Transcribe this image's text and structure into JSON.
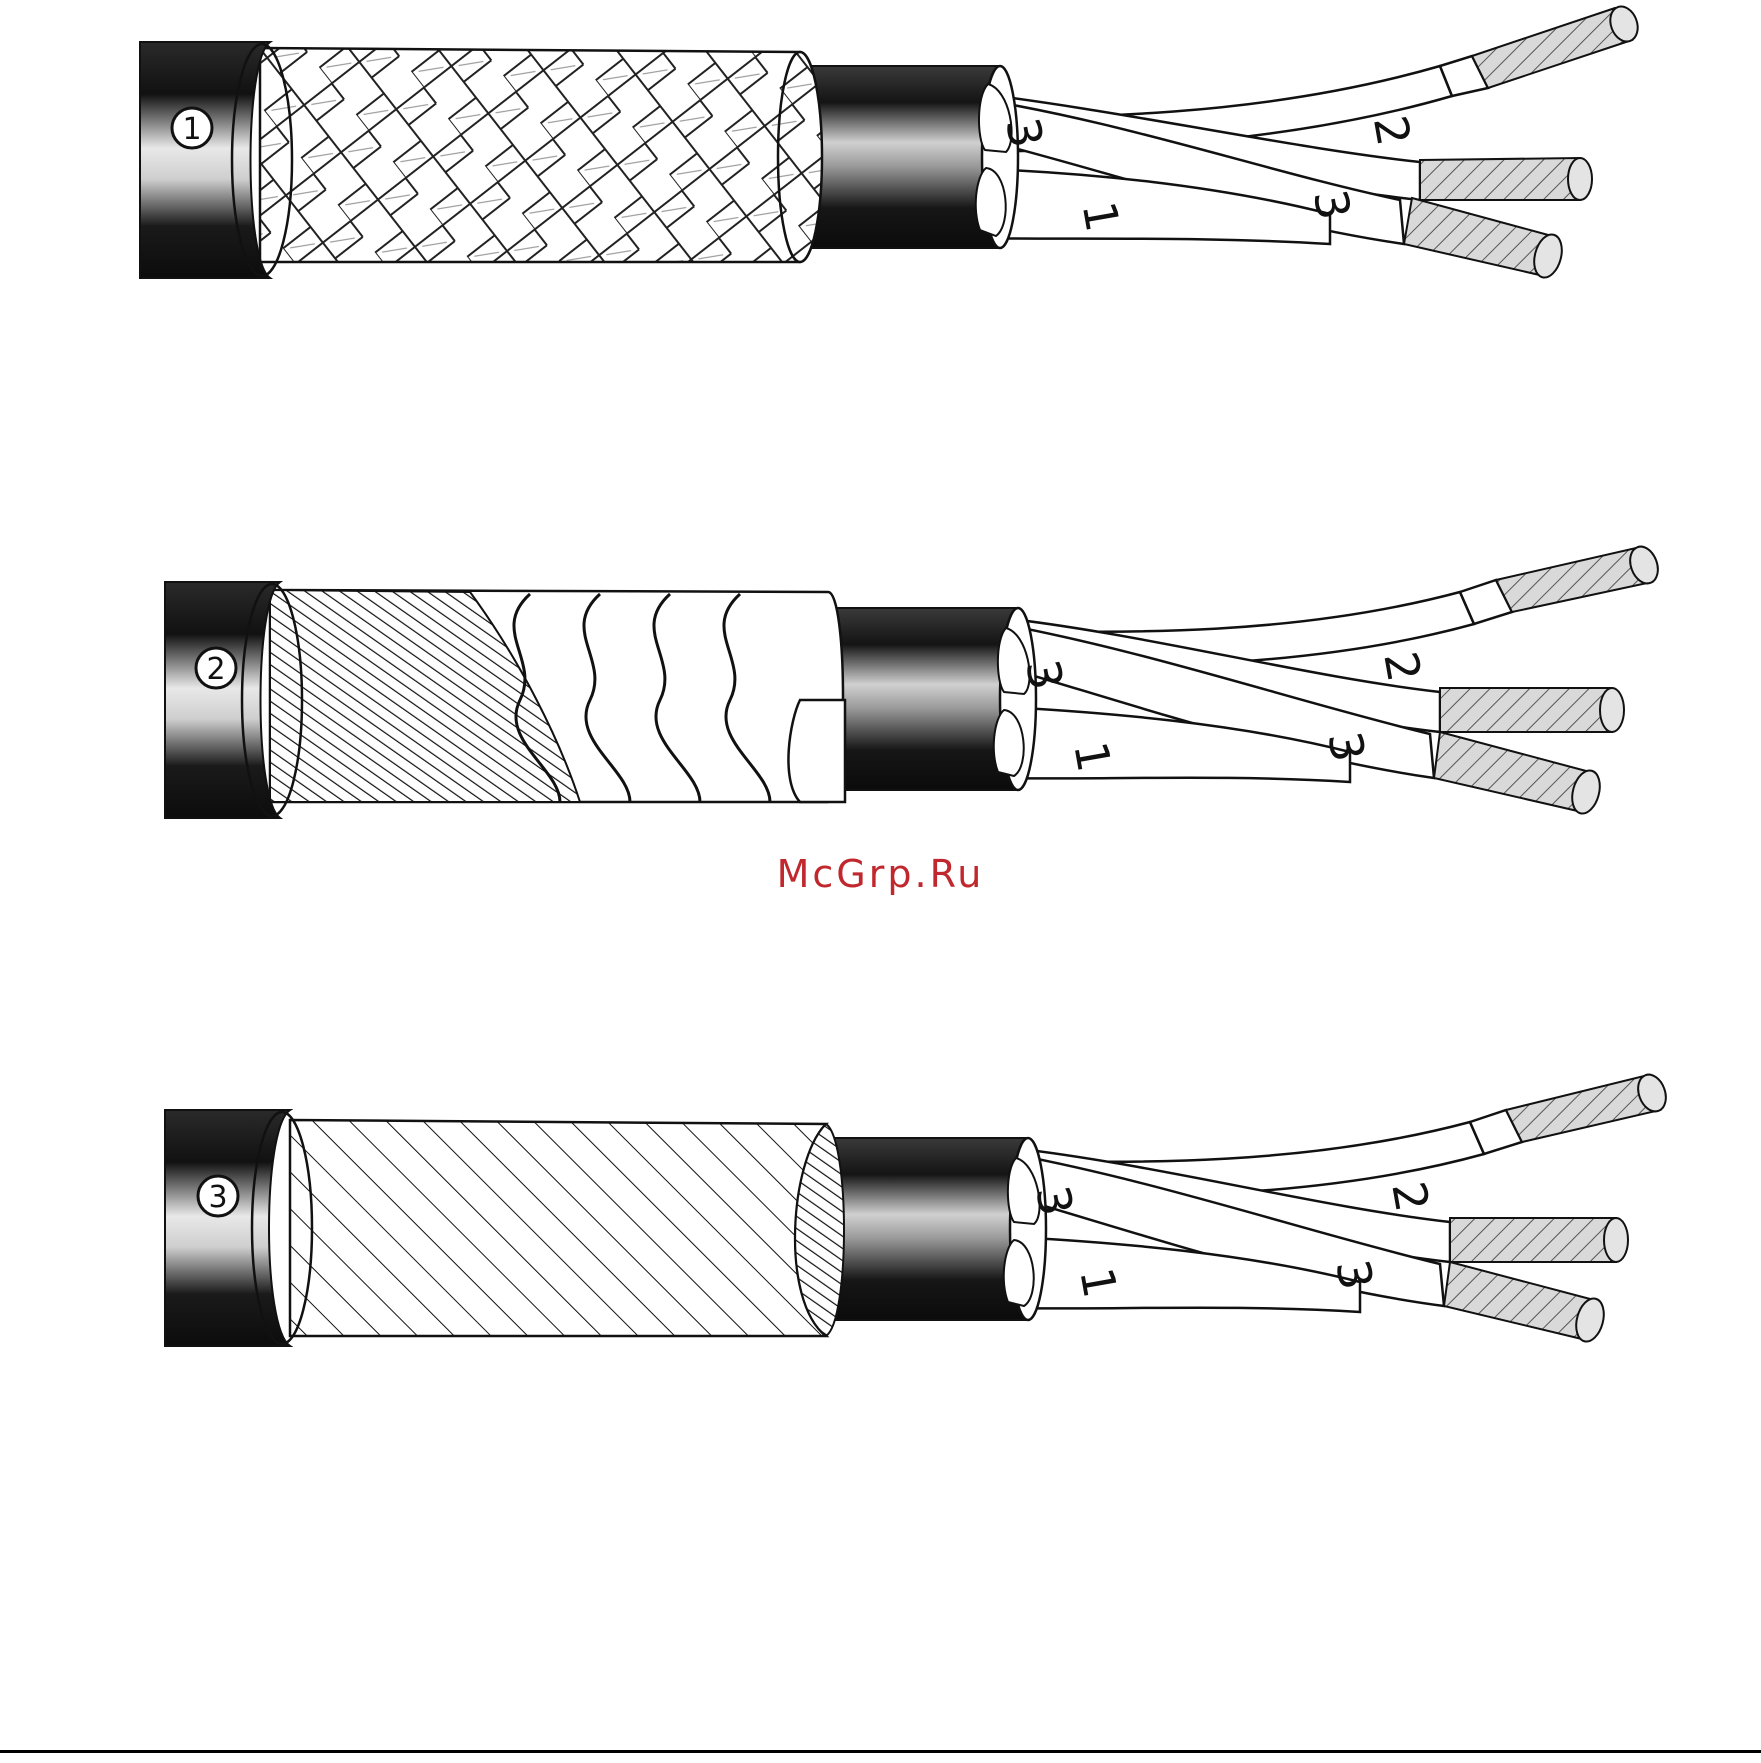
{
  "watermark": {
    "text": "McGrp.Ru",
    "color": "#c0282d"
  },
  "cables": [
    {
      "marker": "1",
      "shield": "braid",
      "conductor_labels": [
        "1",
        "2",
        "3",
        "3"
      ]
    },
    {
      "marker": "2",
      "shield": "spiral",
      "conductor_labels": [
        "1",
        "2",
        "3",
        "3"
      ]
    },
    {
      "marker": "3",
      "shield": "foil",
      "conductor_labels": [
        "1",
        "2",
        "3",
        "3"
      ]
    }
  ],
  "colors": {
    "line": "#111111",
    "fill": "#ffffff",
    "sheath_dark": "#1a1a1a"
  }
}
